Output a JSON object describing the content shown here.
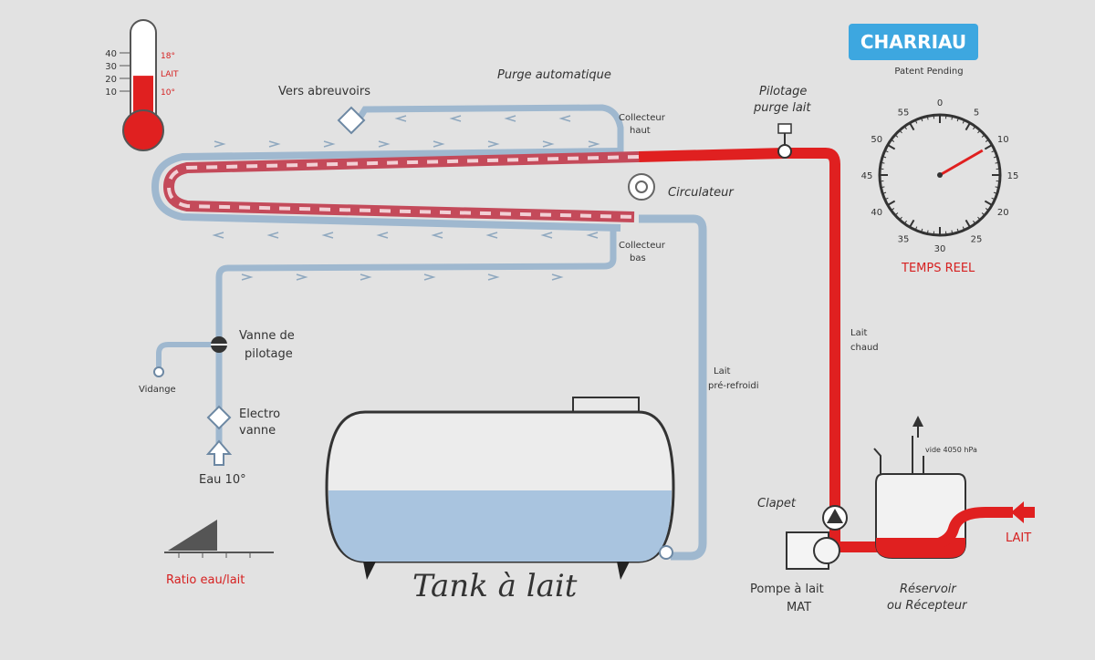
{
  "brand": {
    "name": "CHARRIAU",
    "tagline": "Patent Pending"
  },
  "thermometer": {
    "ticks": [
      "40",
      "30",
      "20",
      "10"
    ],
    "marks": [
      "18°",
      "LAIT",
      "10°"
    ],
    "level": 0.55
  },
  "labels": {
    "vers_abreuvoirs": "Vers abreuvoirs",
    "purge_auto": "Purge automatique",
    "collecteur_haut": [
      "Collecteur",
      "haut"
    ],
    "pilotage_purge": [
      "Pilotage",
      "purge lait"
    ],
    "circulateur": "Circulateur",
    "collecteur_bas": [
      "Collecteur",
      "bas"
    ],
    "vanne_pilotage": [
      "Vanne de",
      "pilotage"
    ],
    "vidange": "Vidange",
    "electro_vanne": [
      "Electro",
      "vanne"
    ],
    "eau": "Eau 10°",
    "ratio": "Ratio eau/lait",
    "tank": "Tank à lait",
    "lait_prerefroidi": [
      "Lait",
      "pré-refroidi"
    ],
    "lait_chaud": [
      "Lait",
      "chaud"
    ],
    "clapet": "Clapet",
    "pompe": [
      "Pompe à lait",
      "MAT"
    ],
    "reservoir": [
      "Réservoir",
      "ou Récepteur"
    ],
    "vide": "vide 4050 hPa",
    "lait": "LAIT",
    "temps_reel": "TEMPS REEL"
  },
  "clock": {
    "numbers": [
      "0",
      "5",
      "10",
      "15",
      "20",
      "25",
      "30",
      "35",
      "40",
      "45",
      "50",
      "55"
    ],
    "hand_value": 10
  },
  "colors": {
    "red": "#e02020",
    "blue": "#9fb8cf",
    "blue_dark": "#6d88a3",
    "tank_fill": "#a9c4df"
  }
}
